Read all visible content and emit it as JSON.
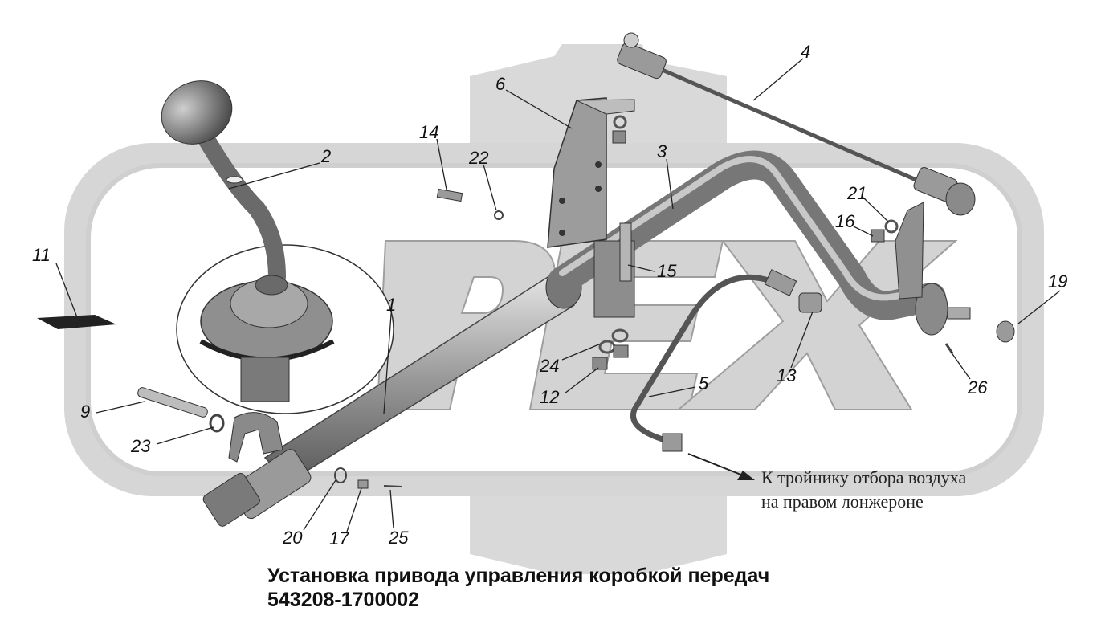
{
  "watermark": {
    "logo_text": "РЕХ",
    "color": "#d6d6d6"
  },
  "callouts": {
    "c1": "1",
    "c2": "2",
    "c3": "3",
    "c4": "4",
    "c5": "5",
    "c6": "6",
    "c9": "9",
    "c11": "11",
    "c12": "12",
    "c13": "13",
    "c14": "14",
    "c15": "15",
    "c16": "16",
    "c17": "17",
    "c19": "19",
    "c20": "20",
    "c21": "21",
    "c22": "22",
    "c23": "23",
    "c24": "24",
    "c25": "25",
    "c26": "26"
  },
  "note": {
    "line1": "К тройнику отбора воздуха",
    "line2": "на правом лонжероне"
  },
  "title": {
    "line1": "Установка привода управления коробкой передач",
    "line2": "543208-1700002"
  }
}
